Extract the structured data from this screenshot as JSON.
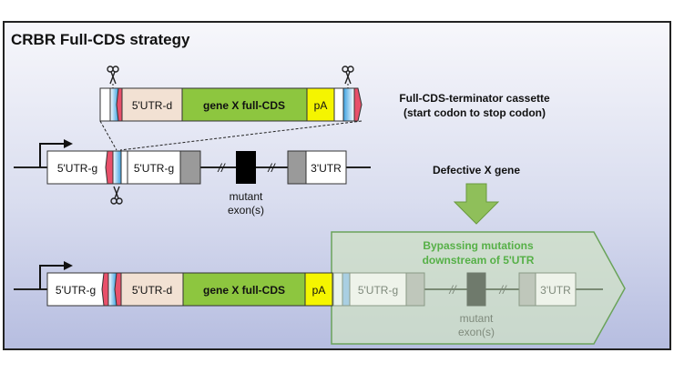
{
  "title": "CRBR Full-CDS strategy",
  "cassette": {
    "label_5utr_d": "5'UTR-d",
    "label_cds": "gene X full-CDS",
    "label_pa": "pA",
    "caption_line1": "Full-CDS-terminator cassette",
    "caption_line2": "(start codon to stop codon)"
  },
  "genome": {
    "label_5utr_g_a": "5'UTR-g",
    "label_5utr_g_b": "5'UTR-g",
    "label_3utr": "3'UTR",
    "break_symbol_1": "//",
    "break_symbol_2": "//",
    "mutant_line1": "mutant",
    "mutant_line2": "exon(s)"
  },
  "defective_label": "Defective X gene",
  "result": {
    "label_5utr_g": "5'UTR-g",
    "label_5utr_d": "5'UTR-d",
    "label_cds": "gene X full-CDS",
    "label_pa": "pA",
    "label_5utr_g_faded": "5'UTR-g",
    "label_3utr_faded": "3'UTR",
    "break_symbol_1": "//",
    "break_symbol_2": "//",
    "mutant_line1": "mutant",
    "mutant_line2": "exon(s)",
    "bypass_line1": "Bypassing mutations",
    "bypass_line2": "downstream of 5'UTR"
  },
  "colors": {
    "green_cds": "#8dc63f",
    "yellow_pa": "#f5f500",
    "utr_d": "#f2e1d3",
    "red_site": "#e8506a",
    "blue_site": "#3aa0e0",
    "bypass_green": "#56b047",
    "arrow_green": "#8fbf5a"
  }
}
